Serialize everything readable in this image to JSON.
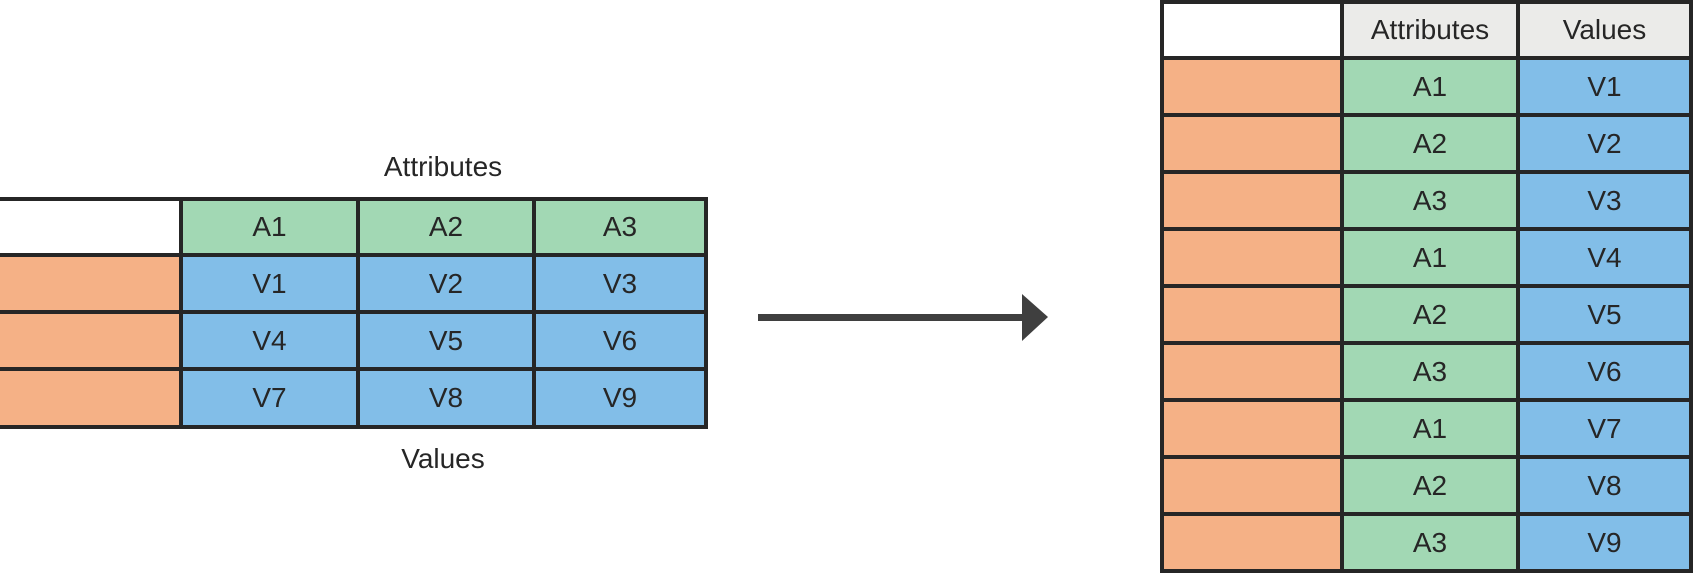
{
  "colors": {
    "orange": "#F5B186",
    "green": "#A2D8B4",
    "blue": "#82BEE8",
    "header_gray": "#EBEBE9",
    "border": "#262626",
    "arrow": "#3F3F3F",
    "text": "#262626"
  },
  "left_table": {
    "label_top": "Attributes",
    "label_bottom": "Values",
    "header": [
      "A1",
      "A2",
      "A3"
    ],
    "rows": [
      [
        "V1",
        "V2",
        "V3"
      ],
      [
        "V4",
        "V5",
        "V6"
      ],
      [
        "V7",
        "V8",
        "V9"
      ]
    ]
  },
  "right_table": {
    "headers": [
      "Attributes",
      "Values"
    ],
    "rows": [
      [
        "A1",
        "V1"
      ],
      [
        "A2",
        "V2"
      ],
      [
        "A3",
        "V3"
      ],
      [
        "A1",
        "V4"
      ],
      [
        "A2",
        "V5"
      ],
      [
        "A3",
        "V6"
      ],
      [
        "A1",
        "V7"
      ],
      [
        "A2",
        "V8"
      ],
      [
        "A3",
        "V9"
      ]
    ]
  },
  "arrow": {
    "direction": "right"
  }
}
